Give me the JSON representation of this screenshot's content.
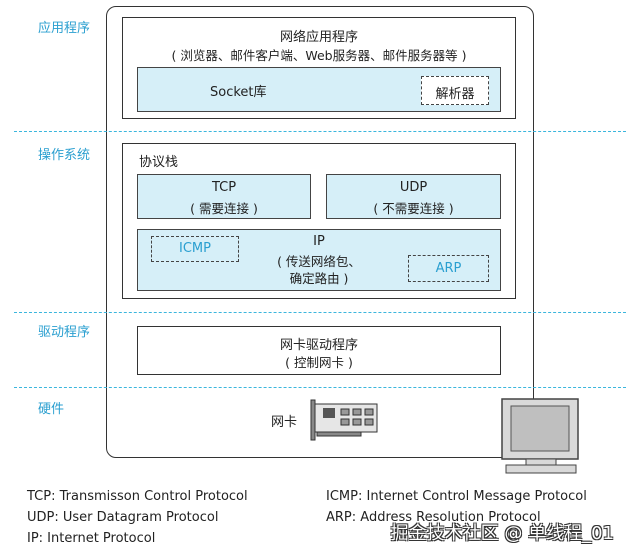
{
  "layers": {
    "app": "应用程序",
    "os": "操作系统",
    "driver": "驱动程序",
    "hardware": "硬件"
  },
  "app_box": {
    "title": "网络应用程序",
    "subtitle": "( 浏览器、邮件客户端、Web服务器、邮件服务器等 )",
    "socket": "Socket库",
    "resolver": "解析器"
  },
  "stack": {
    "title": "协议栈",
    "tcp_title": "TCP",
    "tcp_sub": "( 需要连接 )",
    "udp_title": "UDP",
    "udp_sub": "( 不需要连接 )",
    "ip_title": "IP",
    "ip_sub1": "( 传送网络包、",
    "ip_sub2": "确定路由 )",
    "icmp": "ICMP",
    "arp": "ARP"
  },
  "driver_box": {
    "line1": "网卡驱动程序",
    "line2": "( 控制网卡 )"
  },
  "hardware": {
    "nic_label": "网卡"
  },
  "legend": {
    "tcp": "TCP: Transmisson Control Protocol",
    "udp": "UDP: User Datagram Protocol",
    "ip": "IP: Internet Protocol",
    "icmp": "ICMP: Internet Control Message Protocol",
    "arp": "ARP: Address Resolution Protocol"
  },
  "watermark": "掘金技术社区 @ 单线程_01",
  "colors": {
    "accent": "#2a9fd0",
    "box_fill": "#d6eff8"
  }
}
